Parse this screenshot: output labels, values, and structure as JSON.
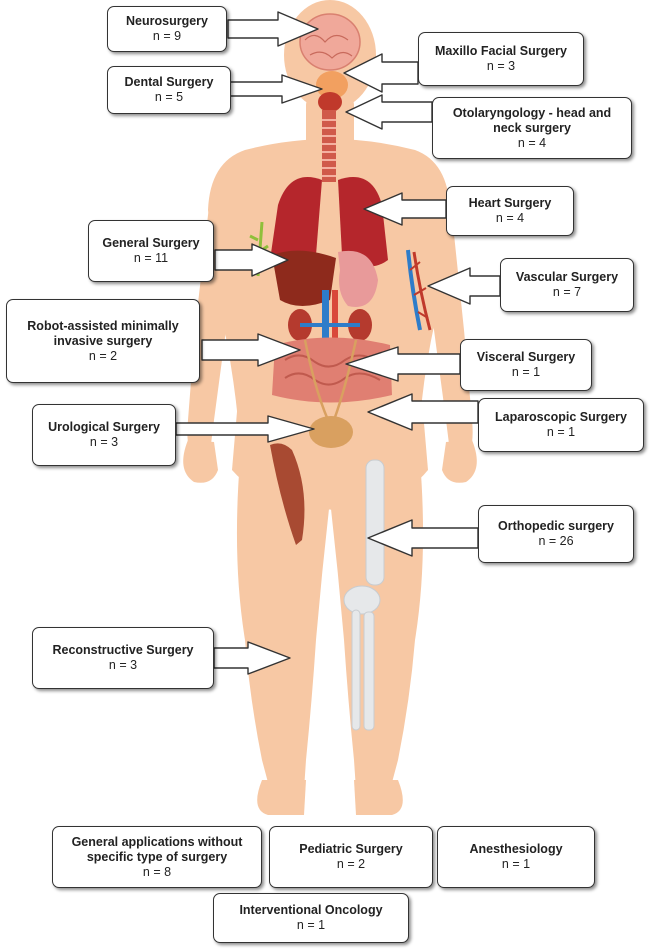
{
  "colors": {
    "skin": "#f7c8a4",
    "skin_shade": "#f2b890",
    "organ_red": "#c0392b",
    "lung_red": "#b5262c",
    "liver": "#8e2a1c",
    "stomach": "#e89a9a",
    "kidney": "#b53a2e",
    "vessel_blue": "#2e7cc9",
    "intestine": "#e07f72",
    "bladder": "#d9a060",
    "bone": "#e6e8ea",
    "muscle": "#a84a32",
    "brain": "#f0a89a",
    "nerve_green": "#8fbf3a"
  },
  "labels": [
    {
      "id": "neurosurgery",
      "title": "Neurosurgery",
      "count": "n = 9"
    },
    {
      "id": "maxillo-facial-surgery",
      "title": "Maxillo Facial Surgery",
      "count": "n = 3"
    },
    {
      "id": "dental-surgery",
      "title": "Dental Surgery",
      "count": "n = 5"
    },
    {
      "id": "otolaryngology",
      "title": "Otolaryngology - head and neck surgery",
      "count": "n = 4"
    },
    {
      "id": "heart-surgery",
      "title": "Heart Surgery",
      "count": "n = 4"
    },
    {
      "id": "general-surgery",
      "title": "General Surgery",
      "count": "n = 11"
    },
    {
      "id": "vascular-surgery",
      "title": "Vascular Surgery",
      "count": "n = 7"
    },
    {
      "id": "robot-assisted-surgery",
      "title": "Robot-assisted minimally invasive  surgery",
      "count": "n = 2"
    },
    {
      "id": "visceral-surgery",
      "title": "Visceral Surgery",
      "count": "n = 1"
    },
    {
      "id": "urological-surgery",
      "title": "Urological Surgery",
      "count": "n = 3"
    },
    {
      "id": "laparoscopic-surgery",
      "title": "Laparoscopic Surgery",
      "count": "n = 1"
    },
    {
      "id": "orthopedic-surgery",
      "title": "Orthopedic surgery",
      "count": "n = 26"
    },
    {
      "id": "reconstructive-surgery",
      "title": "Reconstructive Surgery",
      "count": "n = 3"
    },
    {
      "id": "general-applications",
      "title": "General applications without specific type of surgery",
      "count": "n = 8"
    },
    {
      "id": "pediatric-surgery",
      "title": "Pediatric Surgery",
      "count": "n = 2"
    },
    {
      "id": "anesthesiology",
      "title": "Anesthesiology",
      "count": "n = 1"
    },
    {
      "id": "interventional-oncology",
      "title": "Interventional Oncology",
      "count": "n = 1"
    }
  ]
}
